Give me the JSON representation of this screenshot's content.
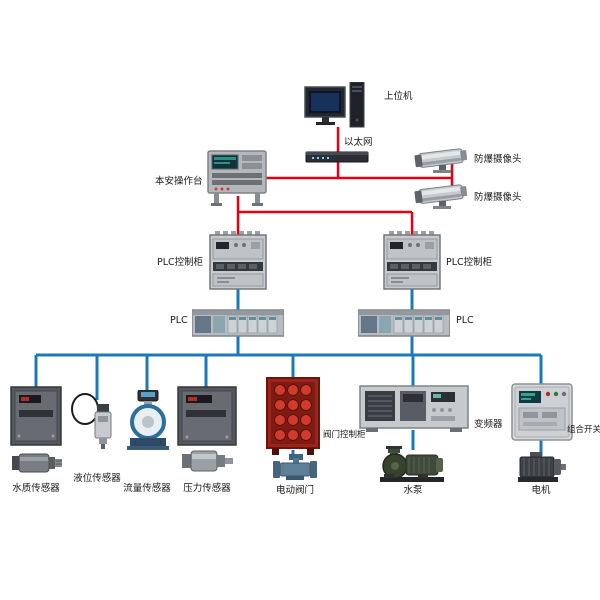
{
  "colors": {
    "red_line": "#e60012",
    "blue_line": "#1b79b8",
    "background": "#ffffff",
    "valve_cabinet_red": "#9c241a",
    "cabinet_gray": "#c7cbcf"
  },
  "nodes": {
    "host_computer": {
      "label": "上位机"
    },
    "ethernet": {
      "label": "以太网"
    },
    "console": {
      "label": "本安操作台"
    },
    "camera_top": {
      "label": "防爆摄像头"
    },
    "camera_bottom": {
      "label": "防爆摄像头"
    },
    "plc_cabinet_left": {
      "label": "PLC控制柜"
    },
    "plc_cabinet_right": {
      "label": "PLC控制柜"
    },
    "plc_rack_left": {
      "label": "PLC"
    },
    "plc_rack_right": {
      "label": "PLC"
    },
    "water_quality_sensor": {
      "label": "水质传感器"
    },
    "level_sensor": {
      "label": "液位传感器"
    },
    "flow_sensor": {
      "label": "流量传感器"
    },
    "pressure_sensor": {
      "label": "压力传感器"
    },
    "valve_control_cabinet": {
      "label": "阀门控制柜"
    },
    "electric_valve": {
      "label": "电动阀门"
    },
    "inverter": {
      "label": "变频器"
    },
    "water_pump": {
      "label": "水泵"
    },
    "combination_switch": {
      "label": "组合开关"
    },
    "motor": {
      "label": "电机"
    }
  },
  "edges": [
    "host_computer-ethernet",
    "ethernet-console",
    "ethernet-camera_top",
    "ethernet-camera_bottom",
    "console-plc_cabinet_left",
    "console-plc_cabinet_right",
    "plc_cabinet_left-plc_rack_left",
    "plc_cabinet_right-plc_rack_right",
    "plc_rack_left-fieldbus",
    "plc_rack_right-fieldbus",
    "fieldbus-water_quality_sensor",
    "fieldbus-level_sensor",
    "fieldbus-flow_sensor",
    "fieldbus-pressure_sensor",
    "fieldbus-valve_control_cabinet",
    "fieldbus-inverter",
    "fieldbus-combination_switch",
    "valve_control_cabinet-electric_valve",
    "inverter-water_pump",
    "combination_switch-motor"
  ]
}
